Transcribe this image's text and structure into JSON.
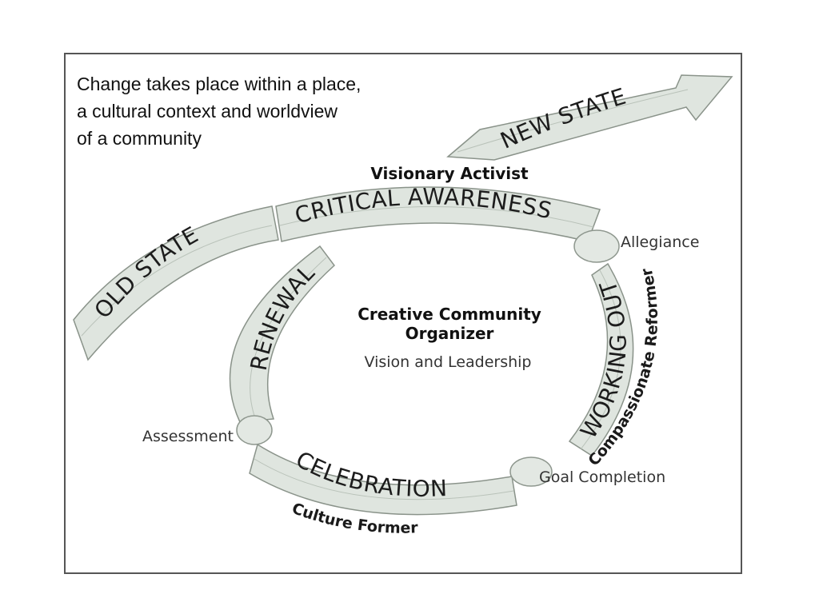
{
  "intro": {
    "lines": [
      "Change takes place within a place,",
      "a cultural context and worldview",
      "of a community"
    ]
  },
  "stages": {
    "old_state": "OLD STATE",
    "critical_awareness": "CRITICAL AWARENESS",
    "new_state": "NEW STATE",
    "renewal": "RENEWAL",
    "working_out": "WORKING OUT",
    "celebration": "CELEBRATION"
  },
  "roles": {
    "visionary_activist": "Visionary Activist",
    "compassionate_reformer": "Compassionate Reformer",
    "culture_former": "Culture Former"
  },
  "nodes": {
    "allegiance": "Allegiance",
    "assessment": "Assessment",
    "goal_completion": "Goal Completion"
  },
  "center": {
    "title_line1": "Creative Community",
    "title_line2": "Organizer",
    "subtitle": "Vision and Leadership"
  }
}
